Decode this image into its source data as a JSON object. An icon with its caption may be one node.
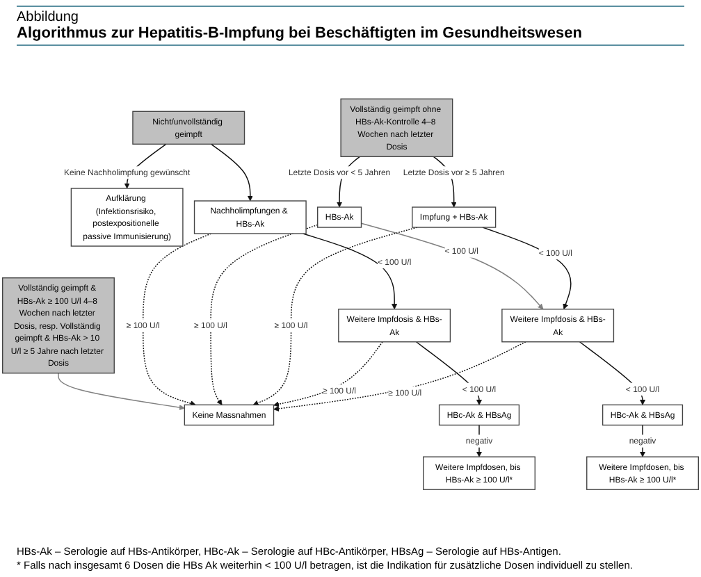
{
  "diagram": {
    "title": "Algorithmus zur Hepatitis-B-Impfung bei Beschäftigten im Gesundheitswesen",
    "nodes": [
      {
        "text": [
          "Nicht/unvollständig geimpft"
        ]
      },
      {
        "text": [
          "Vollständig geimpft & HBs-Ak ≥ 100 U/l 4–8 Wochen nach letzter Dosis, resp. Vollständig geimpft & HBs-Ak > 10 U/l ≥ 5 Jahre nach letzter Dosis"
        ]
      },
      {
        "text": [
          "Vollständig geimpft ohne HBs-Ak-Kontrolle 4–8 Wochen nach letzter Dosis"
        ]
      },
      {
        "text": [
          "Aufklärung (Infektionsrisiko, postexpositionelle passive Immunisierung)"
        ]
      },
      {
        "text": [
          "Nachholimpfungen & HBs-Ak"
        ]
      },
      {
        "text": [
          "HBs-Ak"
        ]
      },
      {
        "text": [
          "Impfung + HBs-Ak"
        ]
      },
      {
        "text": [
          "Weitere Impfdosis & HBs-Ak"
        ]
      },
      {
        "text": [
          "Keine Massnahmen"
        ]
      },
      {
        "text": [
          "Weitere Impfdosis & HBs-Ak"
        ]
      },
      {
        "text": [
          "Weitere Impfdosen, bis HBs-Ak ≥ 100 U/l*"
        ]
      },
      {
        "text": [
          "HBc-Ak & HBsAg"
        ]
      },
      {
        "text": [
          "HBc-Ak & HBsAg"
        ]
      },
      {
        "text": [
          "Weitere Impfdosen, bis HBs-Ak ≥ 100 U/l*"
        ]
      }
    ],
    "edges": [
      {
        "from": 0,
        "to": 3,
        "arrow": "to",
        "label": "Keine Nachholimpfung gewünscht"
      },
      {
        "from": 0,
        "to": 4,
        "arrow": "to"
      },
      {
        "from": 1,
        "to": 8,
        "arrow": "to",
        "color": "#808080"
      },
      {
        "from": 2,
        "to": 5,
        "arrow": "to",
        "label": "Letzte Dosis vor < 5 Jahren"
      },
      {
        "from": 2,
        "to": 6,
        "arrow": "to",
        "label": "Letzte Dosis vor ≥ 5 Jahren"
      },
      {
        "from": 4,
        "to": 8,
        "arrow": "to",
        "label": "≥ 100 U/l",
        "style": "dashed"
      },
      {
        "from": 4,
        "to": 7,
        "arrow": "to",
        "label": "< 100 U/l"
      },
      {
        "from": 5,
        "to": 8,
        "arrow": "to",
        "label": "≥ 100 U/l",
        "style": "dashed"
      },
      {
        "from": 5,
        "to": 9,
        "arrow": "to",
        "label": "< 100 U/l",
        "color": "#808080"
      },
      {
        "from": 6,
        "to": 8,
        "arrow": "to",
        "label": "≥ 100 U/l",
        "style": "dashed"
      },
      {
        "from": 6,
        "to": 9,
        "arrow": "to",
        "label": "< 100 U/l"
      },
      {
        "from": 7,
        "to": 8,
        "arrow": "to",
        "label": "≥ 100 U/l",
        "style": "dashed"
      },
      {
        "from": 9,
        "to": 8,
        "arrow": "to",
        "label": "≥ 100 U/l",
        "style": "dashed"
      },
      {
        "from": 7,
        "to": 11,
        "arrow": "to",
        "label": "< 100 U/l"
      },
      {
        "from": 9,
        "to": 12,
        "arrow": "to",
        "label": "< 100 U/l"
      },
      {
        "from": 11,
        "to": 10,
        "arrow": "to",
        "label": "negativ"
      },
      {
        "from": 12,
        "to": 13,
        "arrow": "to",
        "label": "negativ"
      }
    ],
    "labels": [
      "Abbildung",
      "HBs-Ak – Serologie auf HBs-Antikörper, HBc-Ak – Serologie auf HBc-Antikörper, HBsAg – Serologie auf HBs-Antigen.",
      "* Falls nach insgesamt 6 Dosen die HBs Ak weiterhin < 100 U/l betragen, ist die Indikation für zusätzliche Dosen individuell zu stellen."
    ]
  }
}
